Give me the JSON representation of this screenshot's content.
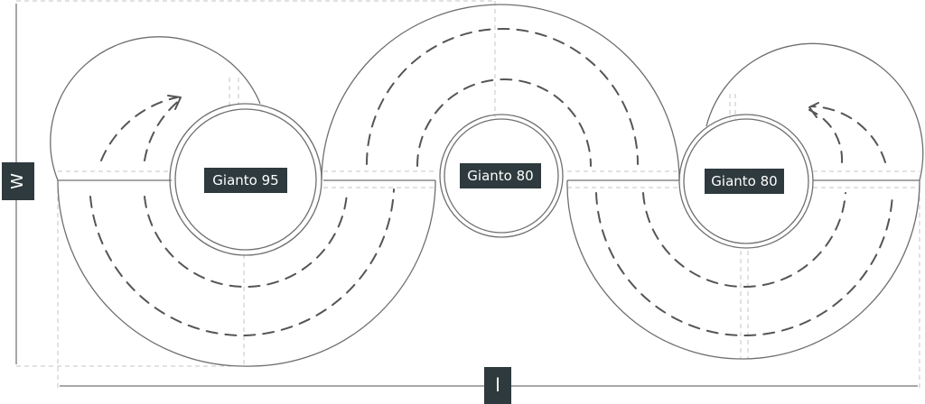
{
  "dimensions": {
    "width_label": "W",
    "length_label": "l"
  },
  "islands": [
    {
      "label": "Gianto 95"
    },
    {
      "label": "Gianto 80"
    },
    {
      "label": "Gianto 80"
    }
  ],
  "colors": {
    "line": "#6f6f6f",
    "dash": "#555555",
    "guide": "#bdbdbd",
    "label_bg": "#2e3a3d",
    "label_text": "#ffffff"
  }
}
